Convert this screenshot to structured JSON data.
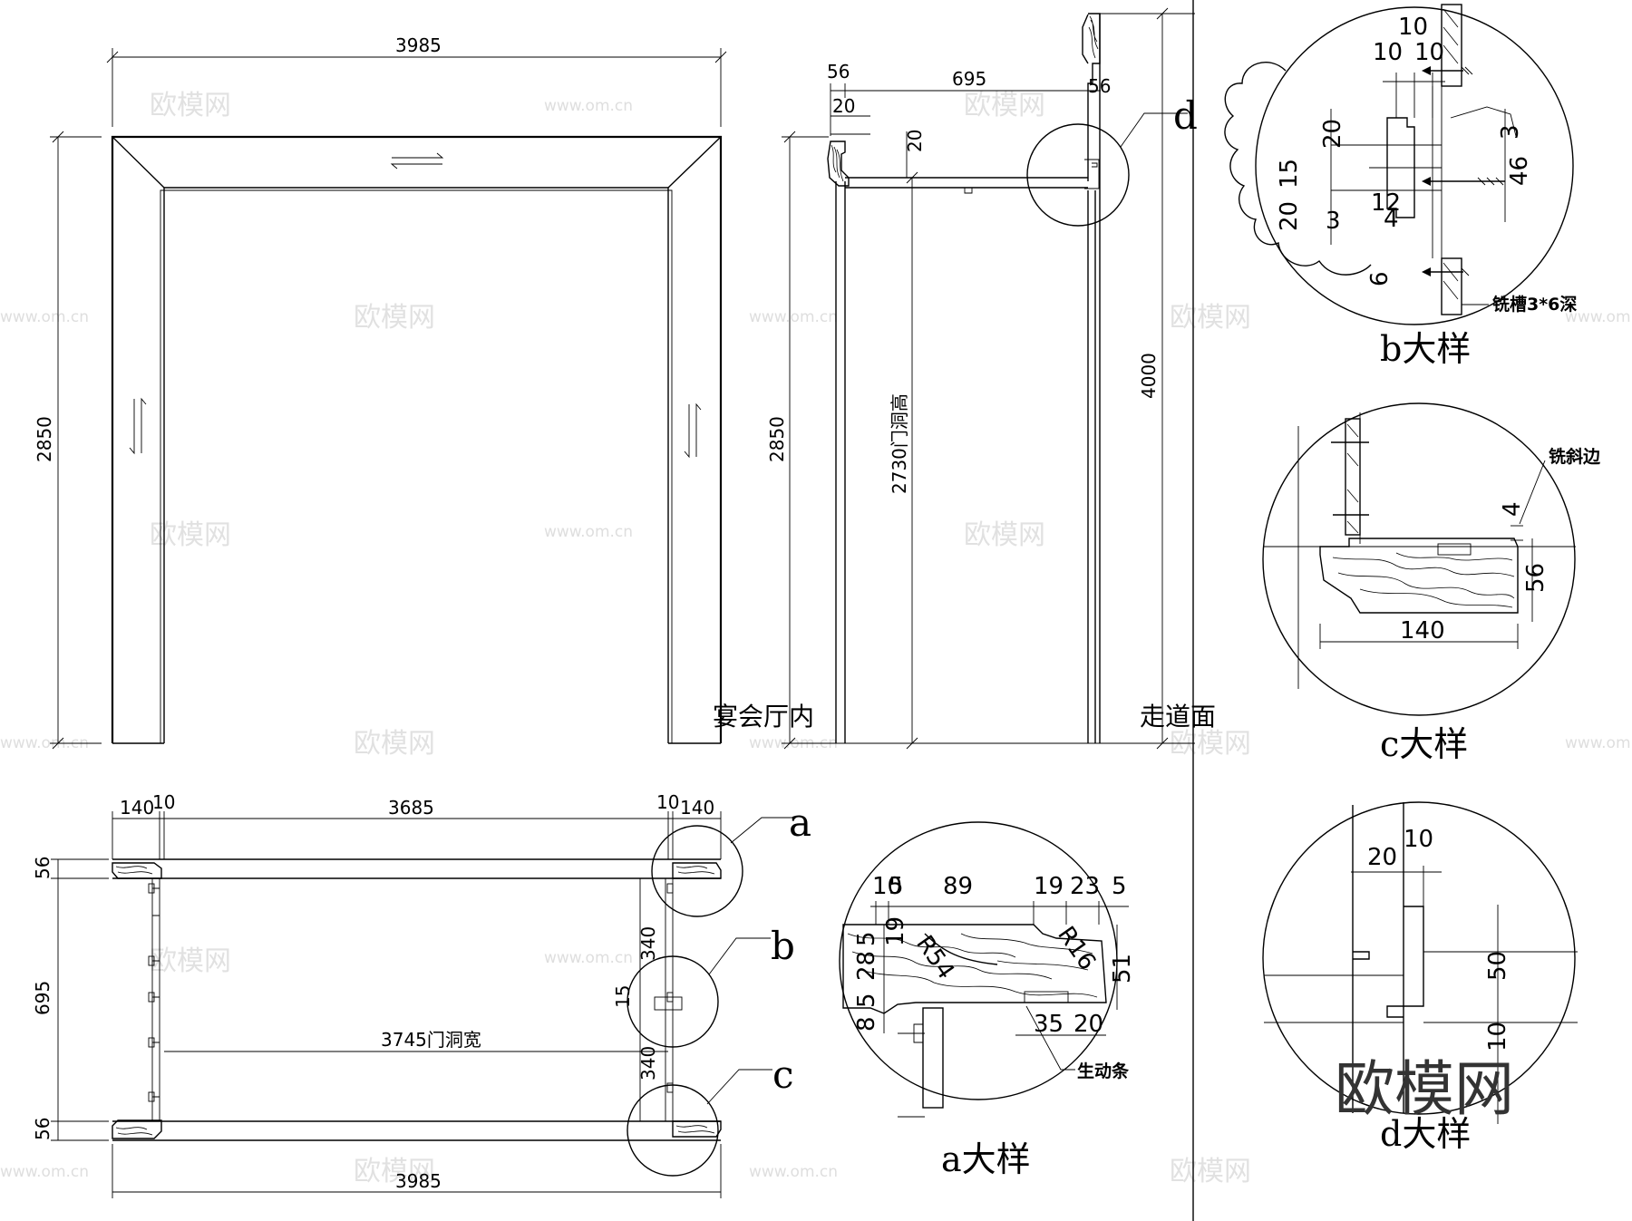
{
  "elevation": {
    "width_dim": "3985",
    "height_dim": "2850"
  },
  "section": {
    "dim_56_left": "56",
    "dim_695": "695",
    "dim_56_right": "56",
    "dim_20_top": "20",
    "dim_20_mid": "20",
    "dim_2850": "2850",
    "dim_2730": "2730门洞高",
    "dim_4000": "4000",
    "label_inside": "宴会厅内",
    "label_corridor": "走道面",
    "callout_d": "d"
  },
  "plan": {
    "dim_140_left": "140",
    "dim_10_left": "10",
    "dim_3685": "3685",
    "dim_10_right": "10",
    "dim_140_right": "140",
    "dim_56_top": "56",
    "dim_695": "695",
    "dim_56_bottom": "56",
    "dim_340_top": "340",
    "dim_15": "15",
    "dim_340_bottom": "340",
    "dim_3745": "3745门洞宽",
    "dim_3985": "3985",
    "callout_a": "a",
    "callout_b": "b",
    "callout_c": "c"
  },
  "detail_a": {
    "caption": "a大样",
    "d_10": "10",
    "d_5": "5",
    "d_89": "89",
    "d_19": "19",
    "d_23": "23",
    "d_5b": "5",
    "d_19v": "19",
    "d_5v": "5",
    "d_28": "28",
    "d_5v2": "5",
    "d_8": "8",
    "d_51": "51",
    "d_35": "35",
    "d_20": "20",
    "r54": "R54",
    "r16": "R16",
    "note": "生动条"
  },
  "detail_b": {
    "caption": "b大样",
    "d_10_top": "10",
    "d_10_a": "10",
    "d_10_b": "10",
    "d_20": "20",
    "d_15": "15",
    "d_20b": "20",
    "d_3": "3",
    "d_12": "12",
    "d_4": "4",
    "d_6": "6",
    "d_3r": "3",
    "d_46": "46",
    "note": "铣槽3*6深"
  },
  "detail_c": {
    "caption": "c大样",
    "note": "铣斜边",
    "d_4": "4",
    "d_56": "56",
    "d_140": "140"
  },
  "detail_d": {
    "caption": "d大样",
    "d_20": "20",
    "d_10": "10",
    "d_50": "50",
    "d_10b": "10"
  },
  "watermark": {
    "brand": "欧模网",
    "url": "www.om.cn",
    "big": "欧模网"
  }
}
